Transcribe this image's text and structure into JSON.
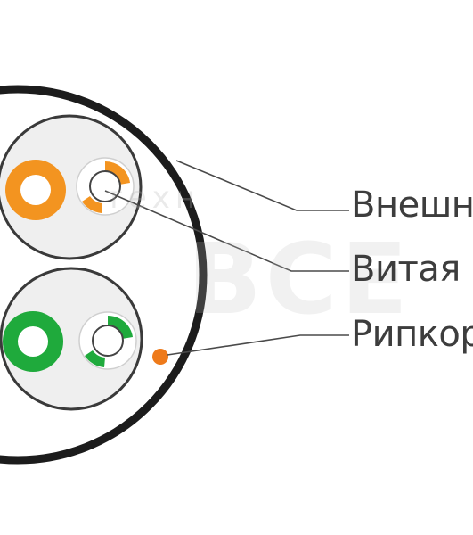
{
  "callouts": [
    {
      "label": "Внешн"
    },
    {
      "label": "Витая"
    },
    {
      "label": "Рипкор"
    }
  ],
  "watermark": {
    "line1": "техн",
    "line2": "ВСЕ"
  },
  "colors": {
    "jacket": "#1c1c1c",
    "pair_outline": "#3a3a3a",
    "pair_fill": "#efefef",
    "orange": "#f39420",
    "green": "#1faa3c",
    "ripcord": "#ee7a1a",
    "leader": "#4a4a4a",
    "text": "#3d3d3d"
  }
}
